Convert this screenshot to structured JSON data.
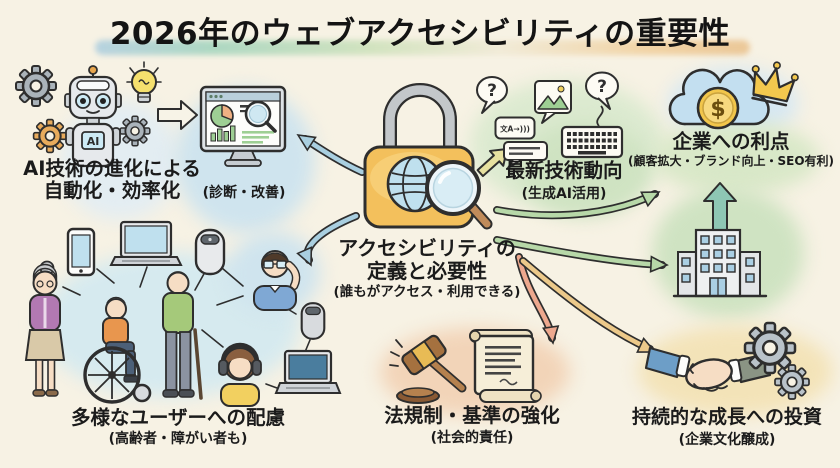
{
  "title": "2026年のウェブアクセシビリティの重要性",
  "nodes": {
    "center": {
      "line1": "アクセシビリティの",
      "line2": "定義と必要性",
      "note": "(誰もがアクセス・利用できる)"
    },
    "ai": {
      "line1": "AI技術の進化による",
      "line2": "自動化・効率化",
      "note": "(診断・改善)"
    },
    "tech": {
      "label": "最新技術動向",
      "note": "(生成AI活用)"
    },
    "benefit": {
      "label": "企業への利点",
      "note": "(顧客拡大・ブランド向上・SEO有利)"
    },
    "users": {
      "label": "多様なユーザーへの配慮",
      "note": "(高齢者・障がい者も)"
    },
    "law": {
      "label": "法規制・基準の強化",
      "note": "(社会的責任)"
    },
    "growth": {
      "label": "持続的な成長への投資",
      "note": "(企業文化醸成)"
    }
  },
  "icon_text": {
    "robot_chest": "AI",
    "speech_bubble": "文A→)))",
    "coin_symbol": "$",
    "question_mark": "?"
  },
  "icons": [
    "robot-icon",
    "gear-icon",
    "lightbulb-icon",
    "monitor-icon",
    "padlock-icon",
    "globe-icon",
    "magnifier-icon",
    "question-bubble-icon",
    "image-bubble-icon",
    "translate-bubble-icon",
    "reply-bubble-icon",
    "keyboard-icon",
    "cloud-icon",
    "dollar-coin-icon",
    "crown-icon",
    "building-icon",
    "smartphone-icon",
    "laptop-icon",
    "smart-speaker-icon",
    "elderly-woman-icon",
    "wheelchair-user-icon",
    "cane-user-icon",
    "headphones-user-icon",
    "hearing-aid-user-icon",
    "gavel-icon",
    "scroll-icon",
    "handshake-icon"
  ],
  "colors": {
    "background": "#f7f2e4",
    "title_text": "#141414",
    "arrow_blue": "#a9cfe0",
    "arrow_green": "#b7d8a8",
    "arrow_orange": "#eda88e",
    "arrow_yellow": "#ecc98a",
    "arrow_teal": "#8ec7b4",
    "arrow_olive": "#e7e1a0",
    "lock_body_gold": "#f3c05c",
    "coin_gold": "#f2c64b"
  }
}
